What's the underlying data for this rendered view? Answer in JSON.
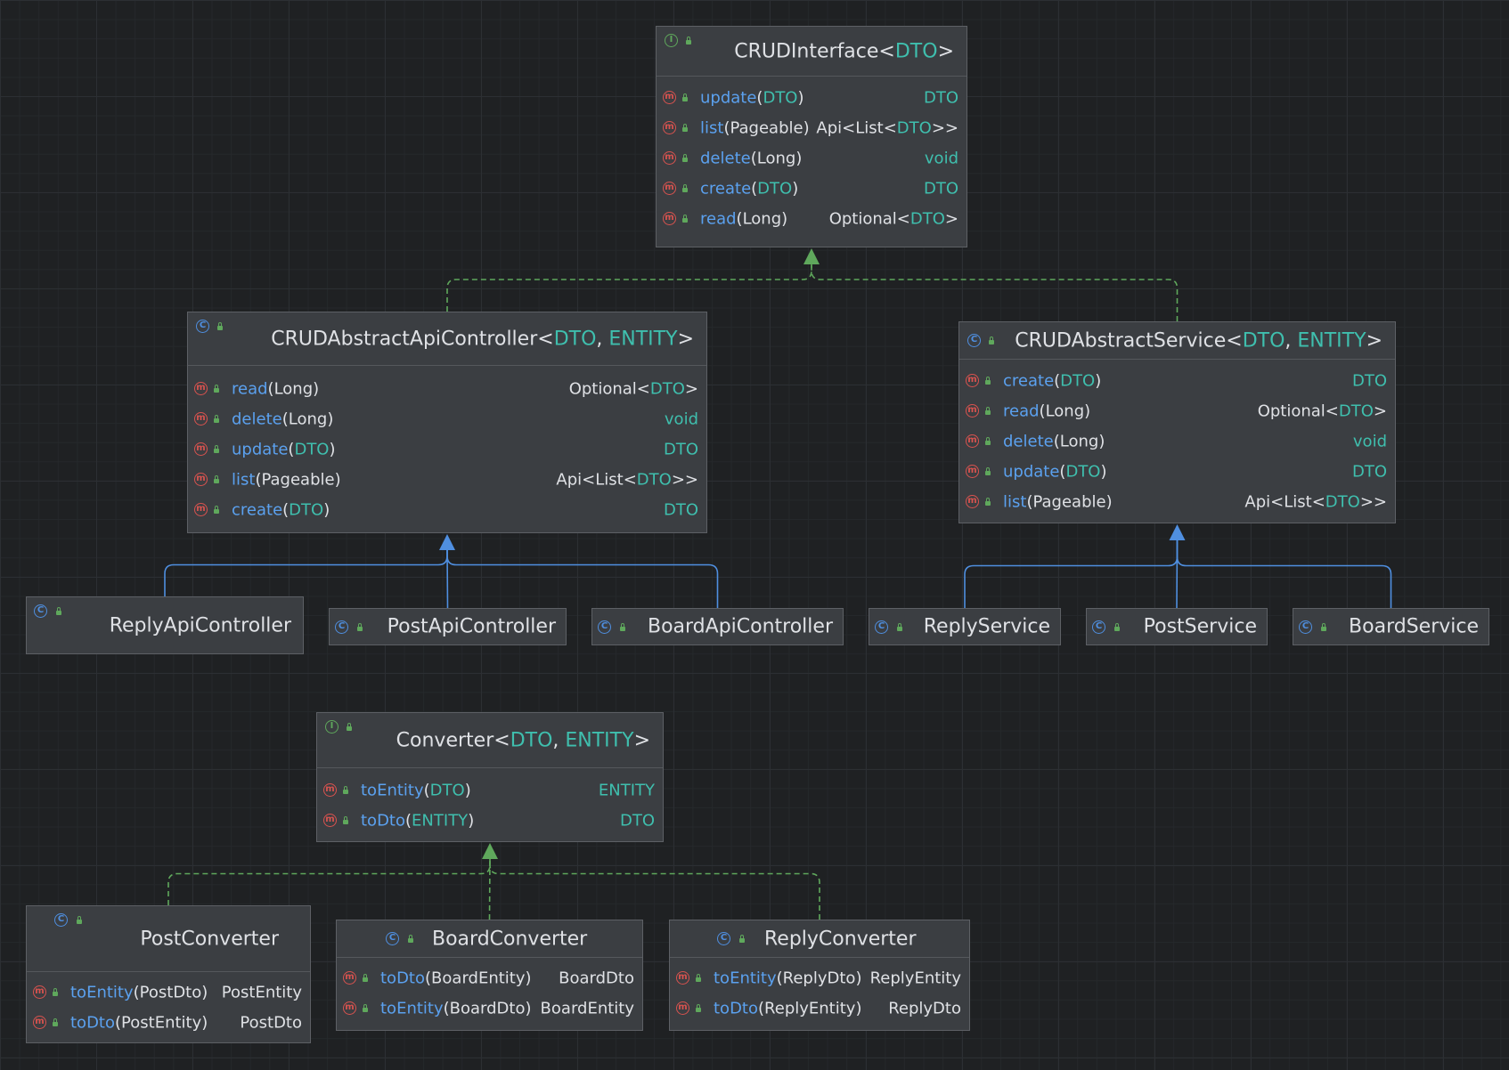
{
  "colors": {
    "background": "#1f2123",
    "node_fill": "#3b3e42",
    "node_border": "#5d6065",
    "class_icon": "#4f8fe0",
    "interface_icon": "#5fa85c",
    "method_icon": "#d9534f",
    "method_name": "#5ba1ef",
    "type_param": "#3fbfae",
    "void": "#d9885a",
    "implements_edge": "#5fa85c",
    "extends_edge": "#4f8fe0"
  },
  "nodes": {
    "crud_interface": {
      "kind": "interface",
      "title": {
        "name": "CRUDInterface",
        "open": "<",
        "p1": "DTO",
        "close": ">"
      },
      "methods": [
        {
          "name": "update",
          "open": "(",
          "param": "DTO",
          "param_typed": true,
          "close": ")",
          "ret_pre": "",
          "ret_t": "DTO",
          "ret_post": "",
          "ret_kind": "type"
        },
        {
          "name": "list",
          "open": "(",
          "param": "Pageable",
          "param_typed": false,
          "close": ")",
          "ret_pre": "Api<List<",
          "ret_t": "DTO",
          "ret_post": ">>",
          "ret_kind": "mixed"
        },
        {
          "name": "delete",
          "open": "(",
          "param": "Long",
          "param_typed": false,
          "close": ")",
          "ret_pre": "",
          "ret_t": "void",
          "ret_post": "",
          "ret_kind": "void"
        },
        {
          "name": "create",
          "open": "(",
          "param": "DTO",
          "param_typed": true,
          "close": ")",
          "ret_pre": "",
          "ret_t": "DTO",
          "ret_post": "",
          "ret_kind": "type"
        },
        {
          "name": "read",
          "open": "(",
          "param": "Long",
          "param_typed": false,
          "close": ")",
          "ret_pre": "Optional<",
          "ret_t": "DTO",
          "ret_post": ">",
          "ret_kind": "mixed"
        }
      ]
    },
    "crud_api_controller": {
      "kind": "abstract-class",
      "title": {
        "name": "CRUDAbstractApiController",
        "open": "<",
        "p1": "DTO",
        "sep": ", ",
        "p2": "ENTITY",
        "close": ">"
      },
      "methods": [
        {
          "name": "read",
          "open": "(",
          "param": "Long",
          "param_typed": false,
          "close": ")",
          "ret_pre": "Optional<",
          "ret_t": "DTO",
          "ret_post": ">",
          "ret_kind": "mixed"
        },
        {
          "name": "delete",
          "open": "(",
          "param": "Long",
          "param_typed": false,
          "close": ")",
          "ret_pre": "",
          "ret_t": "void",
          "ret_post": "",
          "ret_kind": "void"
        },
        {
          "name": "update",
          "open": "(",
          "param": "DTO",
          "param_typed": true,
          "close": ")",
          "ret_pre": "",
          "ret_t": "DTO",
          "ret_post": "",
          "ret_kind": "type"
        },
        {
          "name": "list",
          "open": "(",
          "param": "Pageable",
          "param_typed": false,
          "close": ")",
          "ret_pre": "Api<List<",
          "ret_t": "DTO",
          "ret_post": ">>",
          "ret_kind": "mixed"
        },
        {
          "name": "create",
          "open": "(",
          "param": "DTO",
          "param_typed": true,
          "close": ")",
          "ret_pre": "",
          "ret_t": "DTO",
          "ret_post": "",
          "ret_kind": "type"
        }
      ]
    },
    "crud_service": {
      "kind": "abstract-class",
      "title": {
        "name": "CRUDAbstractService",
        "open": "<",
        "p1": "DTO",
        "sep": ", ",
        "p2": "ENTITY",
        "close": ">"
      },
      "methods": [
        {
          "name": "create",
          "open": "(",
          "param": "DTO",
          "param_typed": true,
          "close": ")",
          "ret_pre": "",
          "ret_t": "DTO",
          "ret_post": "",
          "ret_kind": "type"
        },
        {
          "name": "read",
          "open": "(",
          "param": "Long",
          "param_typed": false,
          "close": ")",
          "ret_pre": "Optional<",
          "ret_t": "DTO",
          "ret_post": ">",
          "ret_kind": "mixed"
        },
        {
          "name": "delete",
          "open": "(",
          "param": "Long",
          "param_typed": false,
          "close": ")",
          "ret_pre": "",
          "ret_t": "void",
          "ret_post": "",
          "ret_kind": "void"
        },
        {
          "name": "update",
          "open": "(",
          "param": "DTO",
          "param_typed": true,
          "close": ")",
          "ret_pre": "",
          "ret_t": "DTO",
          "ret_post": "",
          "ret_kind": "type"
        },
        {
          "name": "list",
          "open": "(",
          "param": "Pageable",
          "param_typed": false,
          "close": ")",
          "ret_pre": "Api<List<",
          "ret_t": "DTO",
          "ret_post": ">>",
          "ret_kind": "mixed"
        }
      ]
    },
    "converter": {
      "kind": "interface",
      "title": {
        "name": "Converter",
        "open": "<",
        "p1": "DTO",
        "sep": ", ",
        "p2": "ENTITY",
        "close": ">"
      },
      "methods": [
        {
          "name": "toEntity",
          "open": "(",
          "param": "DTO",
          "param_typed": true,
          "close": ")",
          "ret_pre": "",
          "ret_t": "ENTITY",
          "ret_post": "",
          "ret_kind": "type"
        },
        {
          "name": "toDto",
          "open": "(",
          "param": "ENTITY",
          "param_typed": true,
          "close": ")",
          "ret_pre": "",
          "ret_t": "DTO",
          "ret_post": "",
          "ret_kind": "type"
        }
      ]
    },
    "reply_api_controller": {
      "kind": "class",
      "title": {
        "name": "ReplyApiController"
      }
    },
    "post_api_controller": {
      "kind": "class",
      "title": {
        "name": "PostApiController"
      }
    },
    "board_api_controller": {
      "kind": "class",
      "title": {
        "name": "BoardApiController"
      }
    },
    "reply_service": {
      "kind": "class",
      "title": {
        "name": "ReplyService"
      }
    },
    "post_service": {
      "kind": "class",
      "title": {
        "name": "PostService"
      }
    },
    "board_service": {
      "kind": "class",
      "title": {
        "name": "BoardService"
      }
    },
    "post_converter": {
      "kind": "class",
      "title": {
        "name": "PostConverter"
      },
      "methods": [
        {
          "name": "toEntity",
          "open": "(",
          "param": "PostDto",
          "param_typed": false,
          "close": ")",
          "ret_pre": "PostEntity",
          "ret_t": "",
          "ret_post": "",
          "ret_kind": "plain"
        },
        {
          "name": "toDto",
          "open": "(",
          "param": "PostEntity",
          "param_typed": false,
          "close": ")",
          "ret_pre": "PostDto",
          "ret_t": "",
          "ret_post": "",
          "ret_kind": "plain"
        }
      ]
    },
    "board_converter": {
      "kind": "class",
      "title": {
        "name": "BoardConverter"
      },
      "methods": [
        {
          "name": "toDto",
          "open": "(",
          "param": "BoardEntity",
          "param_typed": false,
          "close": ")",
          "ret_pre": "BoardDto",
          "ret_t": "",
          "ret_post": "",
          "ret_kind": "plain"
        },
        {
          "name": "toEntity",
          "open": "(",
          "param": "BoardDto",
          "param_typed": false,
          "close": ")",
          "ret_pre": "BoardEntity",
          "ret_t": "",
          "ret_post": "",
          "ret_kind": "plain"
        }
      ]
    },
    "reply_converter": {
      "kind": "class",
      "title": {
        "name": "ReplyConverter"
      },
      "methods": [
        {
          "name": "toEntity",
          "open": "(",
          "param": "ReplyDto",
          "param_typed": false,
          "close": ")",
          "ret_pre": "ReplyEntity",
          "ret_t": "",
          "ret_post": "",
          "ret_kind": "plain"
        },
        {
          "name": "toDto",
          "open": "(",
          "param": "ReplyEntity",
          "param_typed": false,
          "close": ")",
          "ret_pre": "ReplyDto",
          "ret_t": "",
          "ret_post": "",
          "ret_kind": "plain"
        }
      ]
    }
  },
  "edges": [
    {
      "from": "crud_api_controller",
      "to": "crud_interface",
      "type": "implements"
    },
    {
      "from": "crud_service",
      "to": "crud_interface",
      "type": "implements"
    },
    {
      "from": "reply_api_controller",
      "to": "crud_api_controller",
      "type": "extends"
    },
    {
      "from": "post_api_controller",
      "to": "crud_api_controller",
      "type": "extends"
    },
    {
      "from": "board_api_controller",
      "to": "crud_api_controller",
      "type": "extends"
    },
    {
      "from": "reply_service",
      "to": "crud_service",
      "type": "extends"
    },
    {
      "from": "post_service",
      "to": "crud_service",
      "type": "extends"
    },
    {
      "from": "board_service",
      "to": "crud_service",
      "type": "extends"
    },
    {
      "from": "post_converter",
      "to": "converter",
      "type": "implements"
    },
    {
      "from": "board_converter",
      "to": "converter",
      "type": "implements"
    },
    {
      "from": "reply_converter",
      "to": "converter",
      "type": "implements"
    }
  ]
}
